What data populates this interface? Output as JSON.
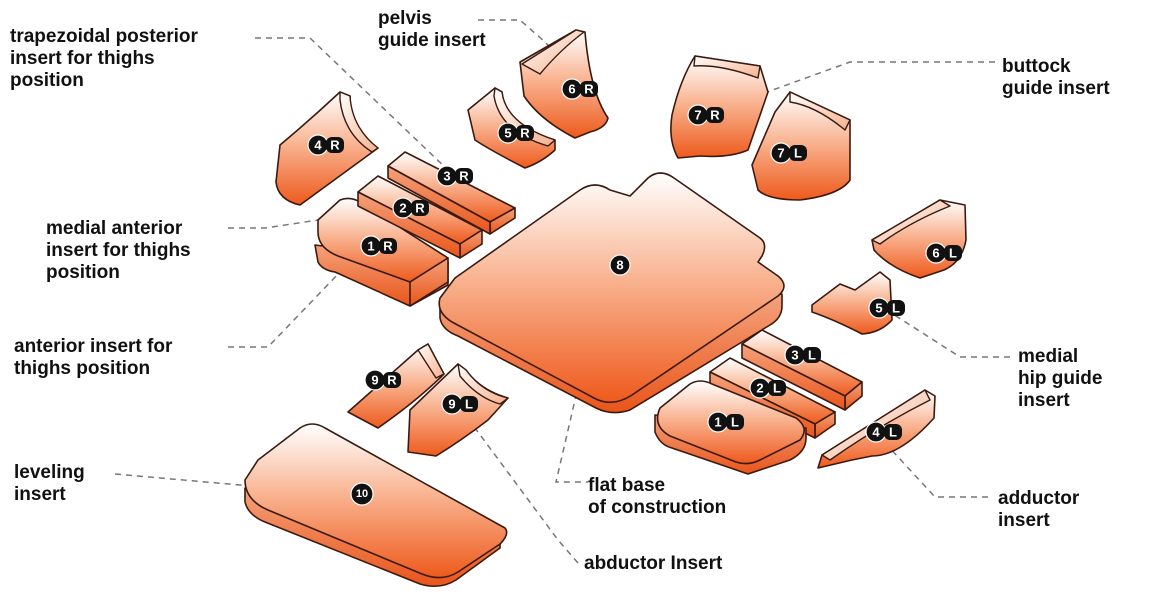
{
  "colors": {
    "piece_light": "#ffffff",
    "piece_mid": "#f7a078",
    "piece_dark": "#ee5a1c",
    "outline": "#3a1a10",
    "badge": "#111111",
    "leader": "#777777"
  },
  "labels": {
    "pelvis": [
      "pelvis",
      "guide insert"
    ],
    "trapezoidal": [
      "trapezoidal posterior",
      "insert for thighs",
      "position"
    ],
    "buttock": [
      "buttock",
      "guide insert"
    ],
    "medial_anterior": [
      "medial anterior",
      "insert for thighs",
      "position"
    ],
    "anterior": [
      "anterior insert for",
      "thighs position"
    ],
    "medial_hip": [
      "medial",
      "hip guide",
      "insert"
    ],
    "leveling": [
      "leveling",
      "insert"
    ],
    "flat_base": [
      "flat base",
      "of construction"
    ],
    "adductor": [
      "adductor",
      "insert"
    ],
    "abductor": [
      "abductor Insert"
    ]
  },
  "badges": {
    "b1R": {
      "num": "1",
      "side": "R"
    },
    "b2R": {
      "num": "2",
      "side": "R"
    },
    "b3R": {
      "num": "3",
      "side": "R"
    },
    "b4R": {
      "num": "4",
      "side": "R"
    },
    "b5R": {
      "num": "5",
      "side": "R"
    },
    "b6R": {
      "num": "6",
      "side": "R"
    },
    "b7R": {
      "num": "7",
      "side": "R"
    },
    "b7L": {
      "num": "7",
      "side": "L"
    },
    "b6L": {
      "num": "6",
      "side": "L"
    },
    "b5L": {
      "num": "5",
      "side": "L"
    },
    "b3L": {
      "num": "3",
      "side": "L"
    },
    "b2L": {
      "num": "2",
      "side": "L"
    },
    "b1L": {
      "num": "1",
      "side": "L"
    },
    "b4L": {
      "num": "4",
      "side": "L"
    },
    "b9R": {
      "num": "9",
      "side": "R"
    },
    "b9L": {
      "num": "9",
      "side": "L"
    },
    "b8": {
      "num": "8",
      "side": ""
    },
    "b10": {
      "num": "10",
      "side": ""
    }
  }
}
